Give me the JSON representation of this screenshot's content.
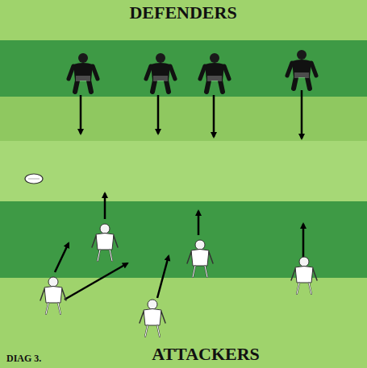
{
  "diagram": {
    "labels": [
      "DEFENDERS",
      "ATTACKERS",
      "DIAG 3."
    ]
  }
}
